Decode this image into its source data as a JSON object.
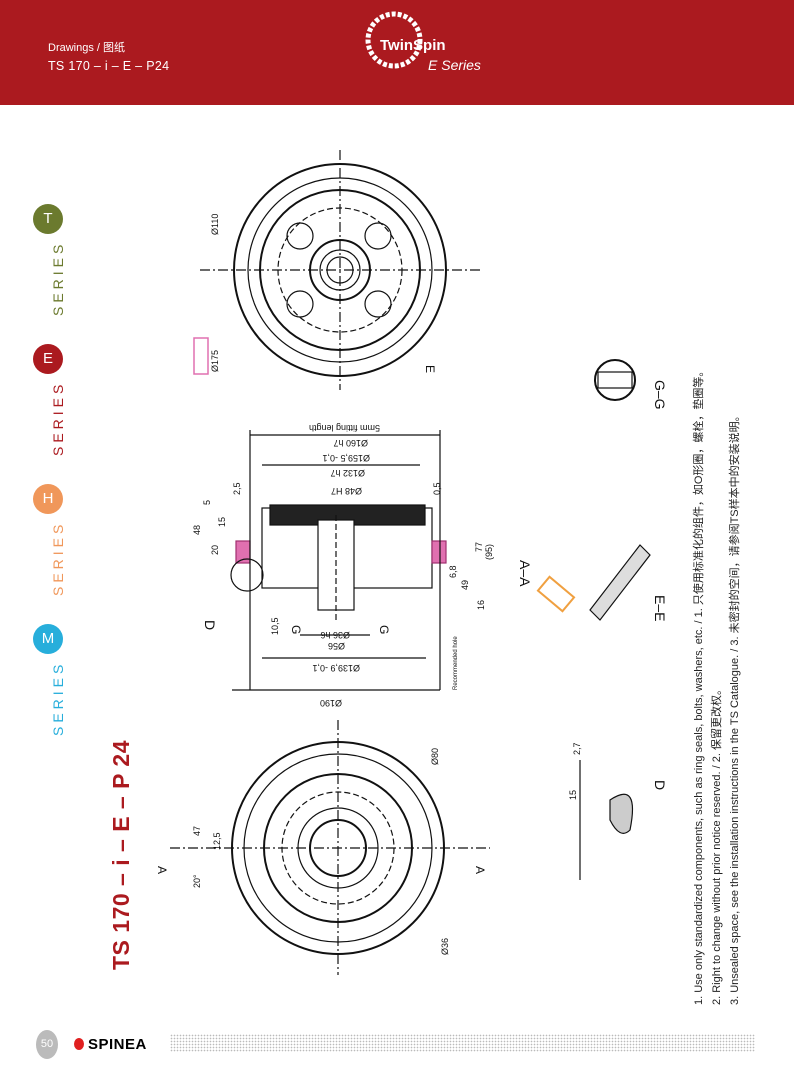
{
  "header": {
    "breadcrumb": "Drawings / 图纸",
    "code": "TS 170 – i – E – P24",
    "logo_text": "TwinSpin",
    "logo_sub": "E Series"
  },
  "series": [
    {
      "letter": "T",
      "label": "SERIES",
      "color": "#6b7a2e"
    },
    {
      "letter": "E",
      "label": "SERIES",
      "color": "#ab1a1f"
    },
    {
      "letter": "H",
      "label": "SERIES",
      "color": "#f0975a"
    },
    {
      "letter": "M",
      "label": "SERIES",
      "color": "#27aedb"
    }
  ],
  "title": "TS 170 – i – E – P 24",
  "drawing": {
    "section_label": "A–A",
    "detail_e": "E–E",
    "detail_g": "G–G",
    "detail_d": "D",
    "cut_a": "A",
    "cut_e": "E",
    "cut_g": "G",
    "dims": [
      "5mm fitting length",
      "Ø160 h7",
      "Ø159,5 -0,1",
      "Ø132 h7",
      "Ø48 H7",
      "Ø190",
      "Ø56",
      "Ø36 h6",
      "Ø139,9 -0,1",
      "48",
      "20",
      "15",
      "5",
      "2,5",
      "0,5",
      "77",
      "(95)",
      "6,8",
      "49",
      "16",
      "10,5",
      "Recommended hole",
      "Ø110",
      "Ø175",
      "Ø80",
      "2,7",
      "15",
      "12,5",
      "47",
      "20°",
      "Ø36"
    ]
  },
  "notes": [
    "1. Use only standardized components, such as ring seals, bolts, washers, etc. / 1. 只使用标准化的组件，如O形圈，螺栓，垫圈等。",
    "2. Right to change without prior notice reserved. / 2. 保留更改权。",
    "3. Unsealed space, see the installation instructions in the TS Catalogue. / 3. 未密封的空间，请参阅TS样本中的安装说明。"
  ],
  "footer": {
    "page": "50",
    "brand": "SPINEA"
  },
  "colors": {
    "brand": "#ab1a1f",
    "highlight_pink": "#e070b0",
    "highlight_orange": "#f0a040"
  }
}
